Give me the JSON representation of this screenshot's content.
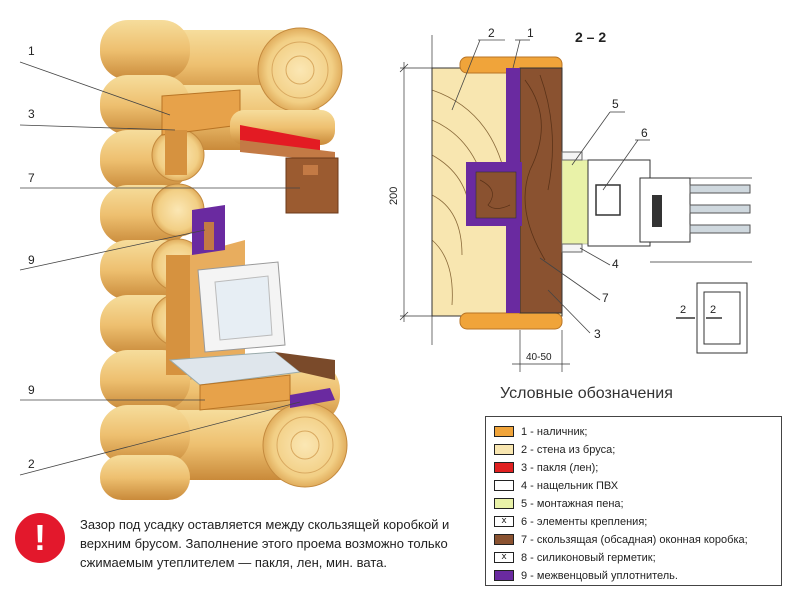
{
  "left_callouts": {
    "c1": "1",
    "c3": "3",
    "c7": "7",
    "c9a": "9",
    "c9b": "9",
    "c2": "2"
  },
  "section": {
    "title": "2 – 2",
    "dimension_height": "200",
    "dimension_gap": "40-50",
    "labels": {
      "l2": "2",
      "l1": "1",
      "l5": "5",
      "l6": "6",
      "l4": "4",
      "l7": "7",
      "l3": "3"
    },
    "mini_left": "2",
    "mini_right": "2"
  },
  "legend": {
    "title": "Условные обозначения",
    "items": [
      {
        "mark": "",
        "color": "#f0a43a",
        "text": "1 - наличник;"
      },
      {
        "mark": "",
        "color": "#f8e6b0",
        "text": "2 - стена из бруса;"
      },
      {
        "mark": "",
        "color": "#e02020",
        "text": "3 - пакля (лен);"
      },
      {
        "mark": "",
        "color": "#ffffff",
        "text": "4 - нащельник ПВХ"
      },
      {
        "mark": "",
        "color": "#e9f2a8",
        "text": "5 - монтажная пена;"
      },
      {
        "mark": "x",
        "color": "#ffffff",
        "text": "6 - элементы крепления;"
      },
      {
        "mark": "",
        "color": "#8a5230",
        "text": "7 - скользящая (обсадная) оконная коробка;"
      },
      {
        "mark": "x",
        "color": "#ffffff",
        "text": "8 - силиконовый герметик;"
      },
      {
        "mark": "",
        "color": "#6a2aa0",
        "text": "9 - межвенцовый уплотнитель."
      }
    ]
  },
  "warning": {
    "icon": "!",
    "text": "Зазор под усадку оставляется между скользящей коробкой и верхним брусом. Заполнение этого проема возможно только сжимаемым утеплителем — пакля, лен, мин. вата."
  }
}
